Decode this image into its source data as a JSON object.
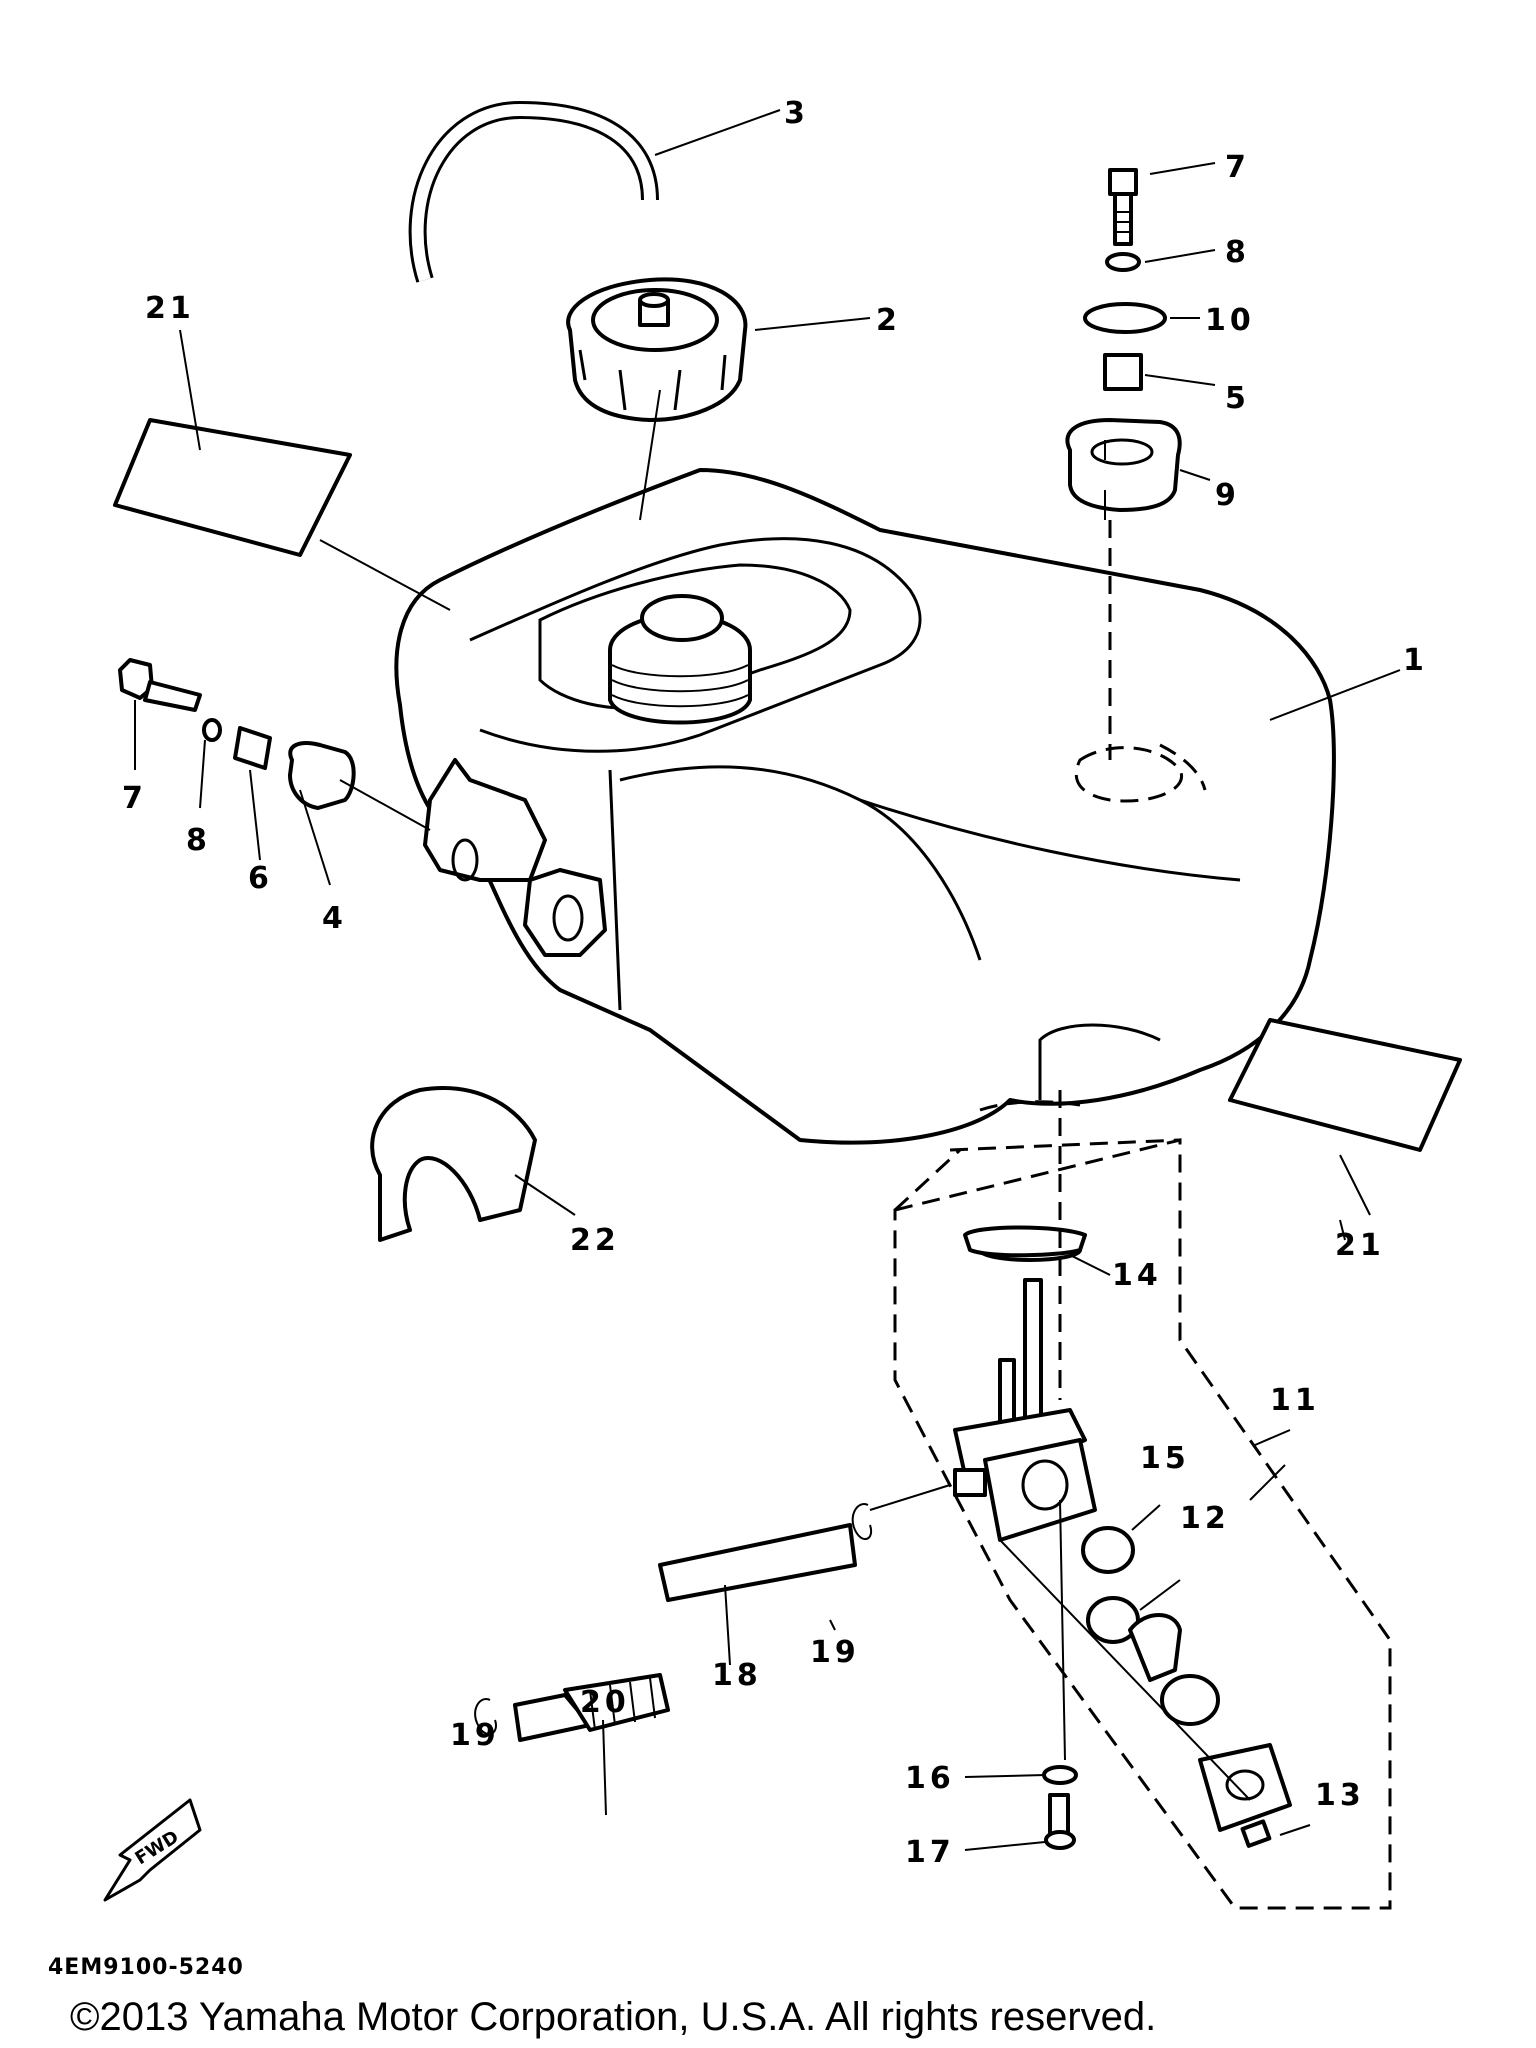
{
  "diagram": {
    "callouts": [
      "1",
      "2",
      "3",
      "4",
      "5",
      "6",
      "7",
      "7",
      "8",
      "8",
      "9",
      "10",
      "11",
      "12",
      "13",
      "14",
      "15",
      "16",
      "17",
      "18",
      "19",
      "19",
      "20",
      "21",
      "21",
      "22"
    ],
    "fwd_label": "FWD",
    "drawing_code": "4EM9100-5240"
  },
  "footer": {
    "copyright": "©2013 Yamaha Motor Corporation, U.S.A. All rights reserved."
  }
}
